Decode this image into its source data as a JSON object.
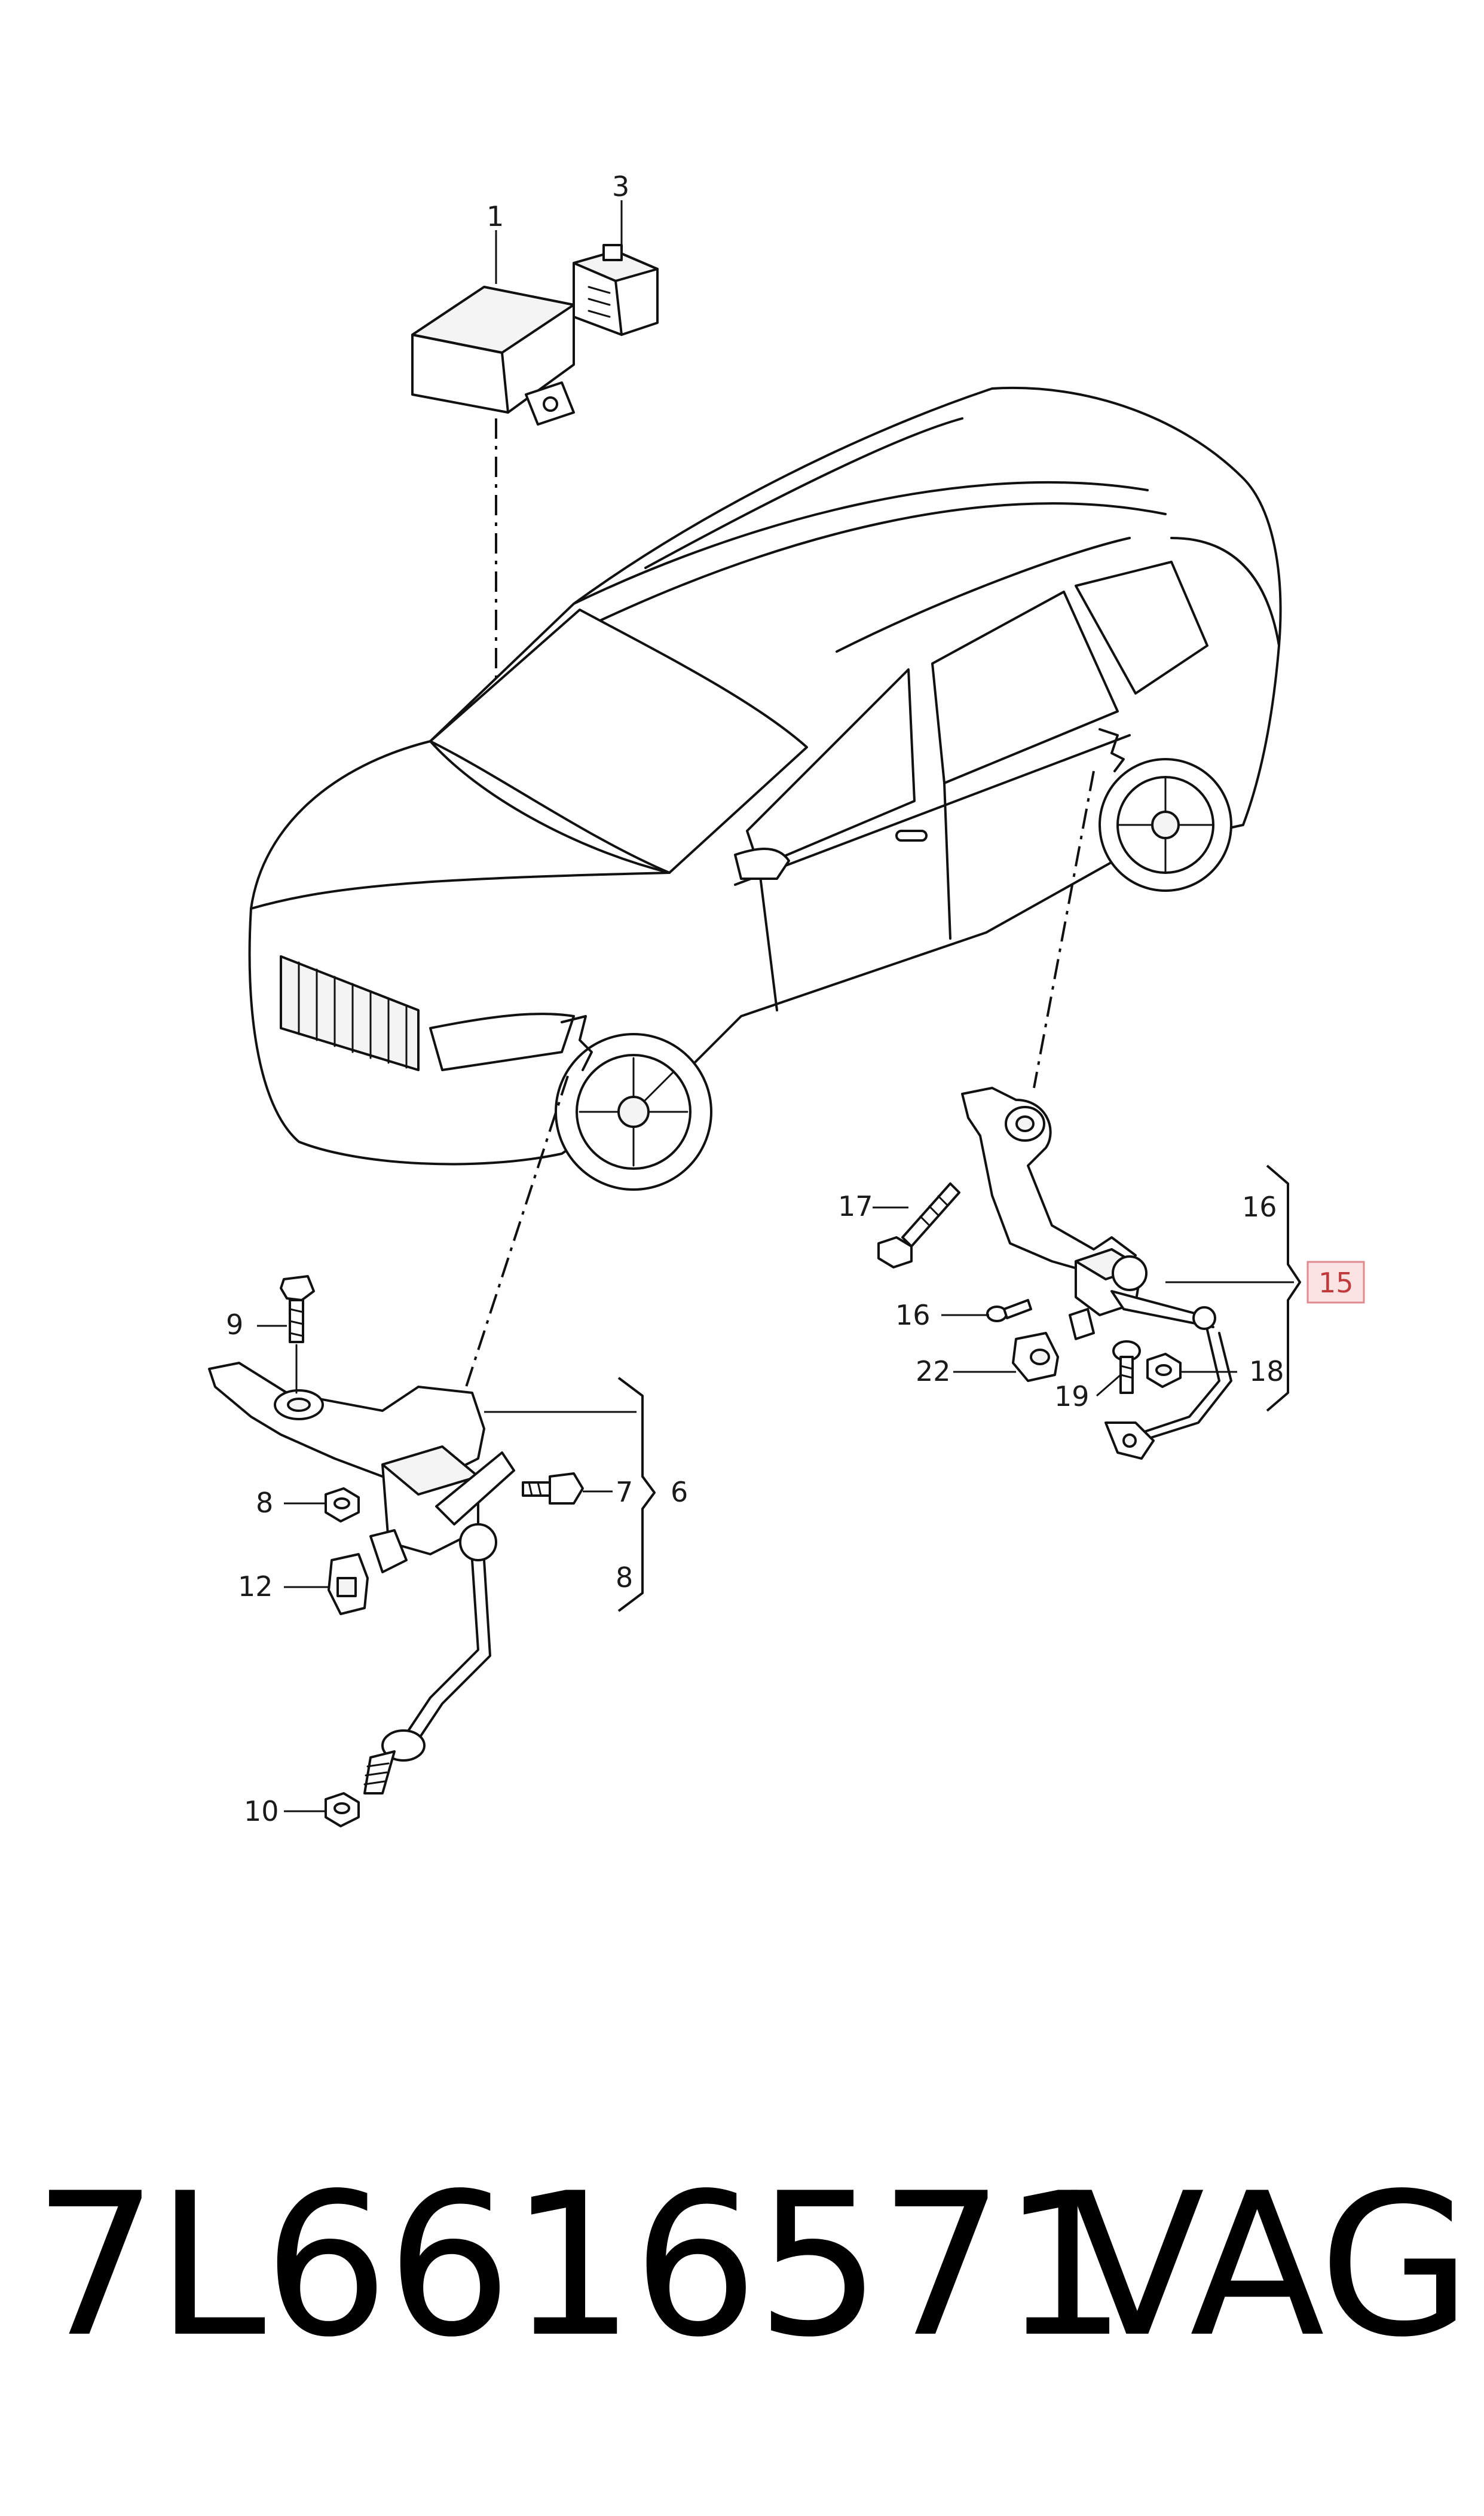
{
  "callouts": {
    "c1": "1",
    "c3": "3",
    "c6": "6",
    "c7": "7",
    "c8a": "8",
    "c8b": "8",
    "c9": "9",
    "c10": "10",
    "c12": "12",
    "c15": "15",
    "c16a": "16",
    "c16b": "16",
    "c17": "17",
    "c18": "18",
    "c19": "19",
    "c22": "22"
  },
  "footer": {
    "part_number": "7L6616571",
    "brand": "VAG"
  },
  "colors": {
    "highlight_box_fill": "#fbe3e4",
    "highlight_box_border": "#e08a8d",
    "highlight_text": "#c0393b"
  }
}
